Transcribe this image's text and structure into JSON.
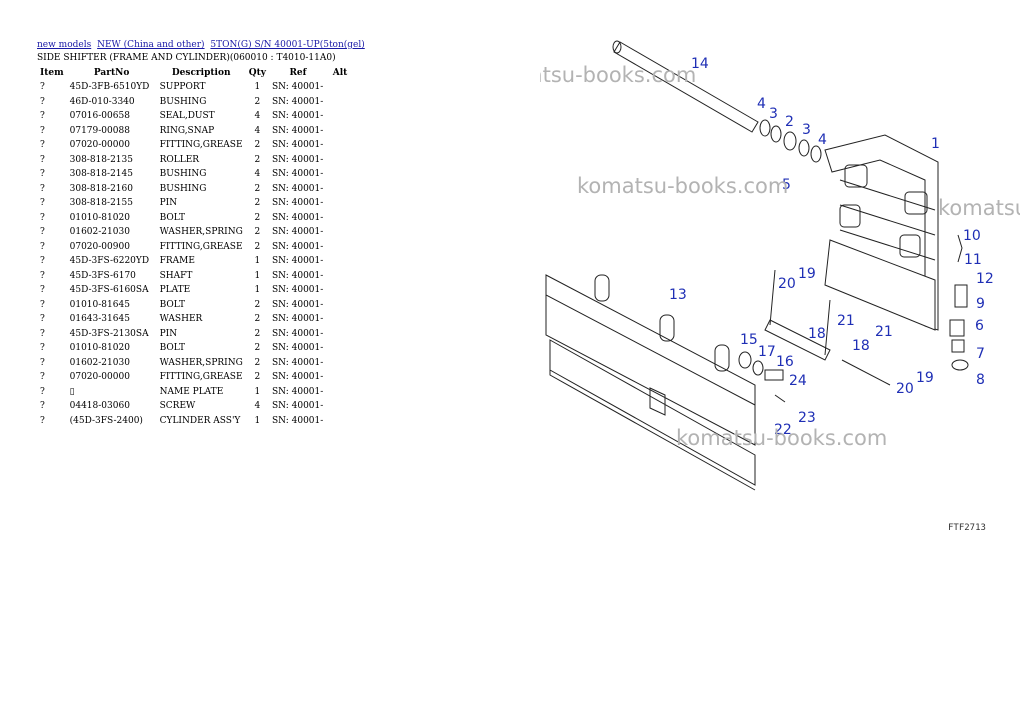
{
  "breadcrumb": {
    "link1": "new models",
    "link2": "NEW (China and other)",
    "link3": "5TON(G) S/N 40001-UP(5ton(gel)"
  },
  "subtitle": "SIDE SHIFTER (FRAME AND CYLINDER)(060010 : T4010-11A0)",
  "table": {
    "headers": {
      "item": "Item",
      "partno": "PartNo",
      "description": "Description",
      "qty": "Qty",
      "ref": "Ref",
      "alt": "Alt"
    },
    "rows": [
      {
        "item": "?",
        "partno": "45D-3FB-6510YD",
        "description": "SUPPORT",
        "qty": "1",
        "ref": "SN: 40001-"
      },
      {
        "item": "?",
        "partno": "46D-010-3340",
        "description": "BUSHING",
        "qty": "2",
        "ref": "SN: 40001-"
      },
      {
        "item": "?",
        "partno": "07016-00658",
        "description": "SEAL,DUST",
        "qty": "4",
        "ref": "SN: 40001-"
      },
      {
        "item": "?",
        "partno": "07179-00088",
        "description": "RING,SNAP",
        "qty": "4",
        "ref": "SN: 40001-"
      },
      {
        "item": "?",
        "partno": "07020-00000",
        "description": "FITTING,GREASE",
        "qty": "2",
        "ref": "SN: 40001-"
      },
      {
        "item": "?",
        "partno": "308-818-2135",
        "description": "ROLLER",
        "qty": "2",
        "ref": "SN: 40001-"
      },
      {
        "item": "?",
        "partno": "308-818-2145",
        "description": "BUSHING",
        "qty": "4",
        "ref": "SN: 40001-"
      },
      {
        "item": "?",
        "partno": "308-818-2160",
        "description": "BUSHING",
        "qty": "2",
        "ref": "SN: 40001-"
      },
      {
        "item": "?",
        "partno": "308-818-2155",
        "description": "PIN",
        "qty": "2",
        "ref": "SN: 40001-"
      },
      {
        "item": "?",
        "partno": "01010-81020",
        "description": "BOLT",
        "qty": "2",
        "ref": "SN: 40001-"
      },
      {
        "item": "?",
        "partno": "01602-21030",
        "description": "WASHER,SPRING",
        "qty": "2",
        "ref": "SN: 40001-"
      },
      {
        "item": "?",
        "partno": "07020-00900",
        "description": "FITTING,GREASE",
        "qty": "2",
        "ref": "SN: 40001-"
      },
      {
        "item": "?",
        "partno": "45D-3FS-6220YD",
        "description": "FRAME",
        "qty": "1",
        "ref": "SN: 40001-"
      },
      {
        "item": "?",
        "partno": "45D-3FS-6170",
        "description": "SHAFT",
        "qty": "1",
        "ref": "SN: 40001-"
      },
      {
        "item": "?",
        "partno": "45D-3FS-6160SA",
        "description": "PLATE",
        "qty": "1",
        "ref": "SN: 40001-"
      },
      {
        "item": "?",
        "partno": "01010-81645",
        "description": "BOLT",
        "qty": "2",
        "ref": "SN: 40001-"
      },
      {
        "item": "?",
        "partno": "01643-31645",
        "description": "WASHER",
        "qty": "2",
        "ref": "SN: 40001-"
      },
      {
        "item": "?",
        "partno": "45D-3FS-2130SA",
        "description": "PIN",
        "qty": "2",
        "ref": "SN: 40001-"
      },
      {
        "item": "?",
        "partno": "01010-81020",
        "description": "BOLT",
        "qty": "2",
        "ref": "SN: 40001-"
      },
      {
        "item": "?",
        "partno": "01602-21030",
        "description": "WASHER,SPRING",
        "qty": "2",
        "ref": "SN: 40001-"
      },
      {
        "item": "?",
        "partno": "07020-00000",
        "description": "FITTING,GREASE",
        "qty": "2",
        "ref": "SN: 40001-"
      },
      {
        "item": "?",
        "partno": "▯",
        "description": "NAME PLATE",
        "qty": "1",
        "ref": "SN: 40001-"
      },
      {
        "item": "?",
        "partno": "04418-03060",
        "description": "SCREW",
        "qty": "4",
        "ref": "SN: 40001-"
      },
      {
        "item": "?",
        "partno": "(45D-3FS-2400)",
        "description": "CYLINDER ASS'Y",
        "qty": "1",
        "ref": "SN: 40001-"
      }
    ]
  },
  "diagram": {
    "watermark": "komatsu-books.com",
    "code": "FTF2713",
    "callouts": [
      "14",
      "4",
      "3",
      "2",
      "3",
      "4",
      "1",
      "5",
      "10",
      "11",
      "12",
      "9",
      "6",
      "7",
      "8",
      "13",
      "20",
      "19",
      "21",
      "18",
      "15",
      "17",
      "16",
      "24",
      "18",
      "21",
      "20",
      "19",
      "22",
      "23"
    ]
  }
}
